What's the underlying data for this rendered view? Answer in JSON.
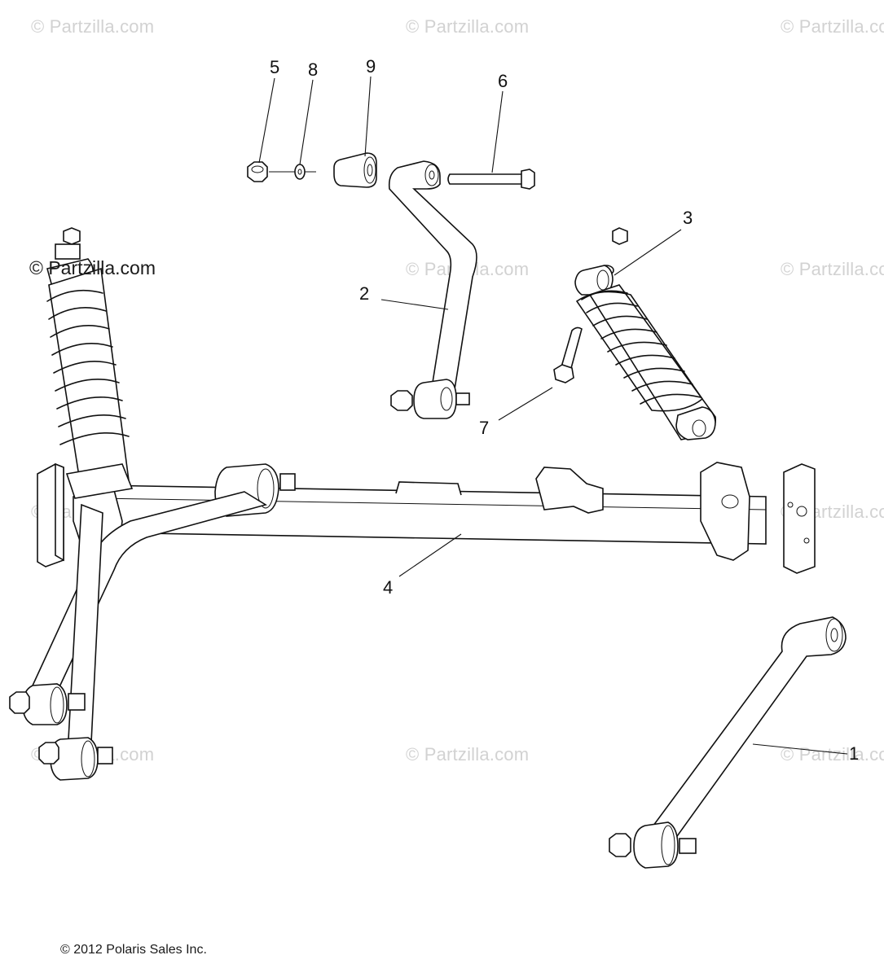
{
  "watermark": "© Partzilla.com",
  "copyright_main": "© Partzilla.com",
  "footer": "© 2012 Polaris Sales Inc.",
  "callouts": [
    "5",
    "8",
    "9",
    "6",
    "3",
    "2",
    "7",
    "4",
    "1"
  ]
}
